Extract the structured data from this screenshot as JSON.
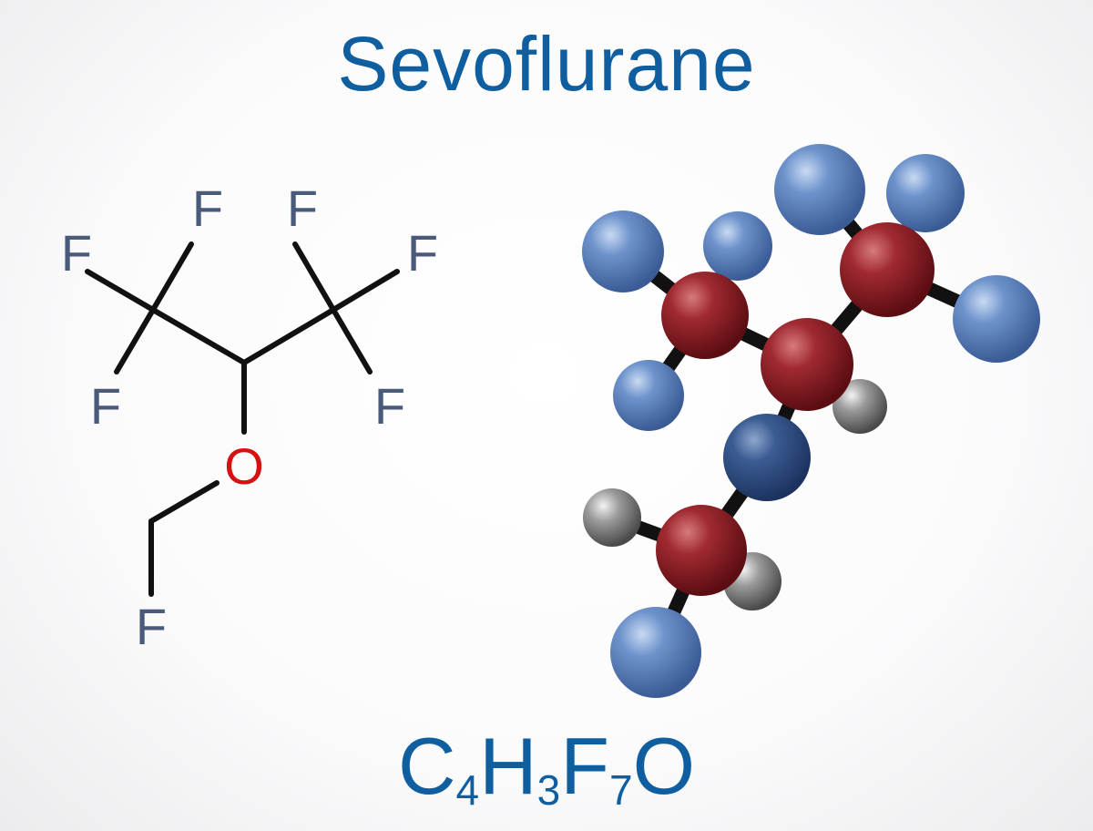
{
  "title": "Sevoflurane",
  "formula": [
    {
      "symbol": "C",
      "count": "4"
    },
    {
      "symbol": "H",
      "count": "3"
    },
    {
      "symbol": "F",
      "count": "7"
    },
    {
      "symbol": "O",
      "count": ""
    }
  ],
  "skeletal_structure": {
    "atoms": [
      {
        "id": "f1",
        "element": "F"
      },
      {
        "id": "f2",
        "element": "F"
      },
      {
        "id": "f3",
        "element": "F"
      },
      {
        "id": "f4",
        "element": "F"
      },
      {
        "id": "f5",
        "element": "F"
      },
      {
        "id": "f6",
        "element": "F"
      },
      {
        "id": "o1",
        "element": "O"
      },
      {
        "id": "f7",
        "element": "F"
      }
    ]
  },
  "ball_and_stick_colors": {
    "carbon": "#8e1c22",
    "fluorine": "#5f85c2",
    "oxygen": "#2f4f86",
    "hydrogen": "#8a8a8a",
    "bond": "#111111",
    "title": "#0f5fa0",
    "oxygen_label": "#d41212",
    "atom_label": "#4a5a7a"
  }
}
